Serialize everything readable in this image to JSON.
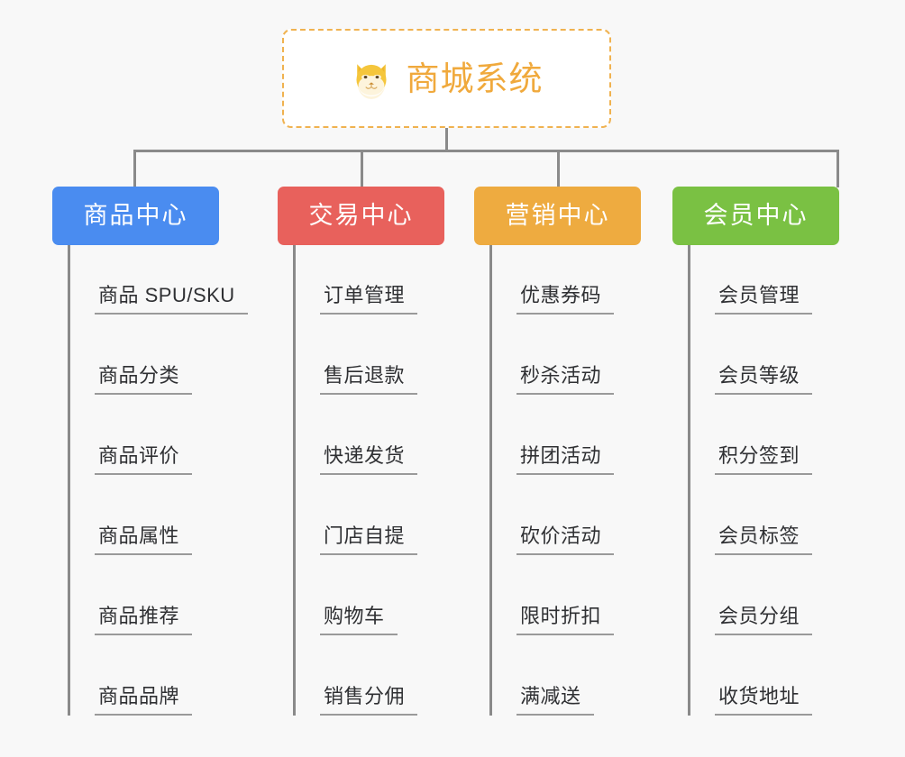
{
  "canvas": {
    "background": "#f8f8f8",
    "line_color": "#8a8a8a",
    "leaf_text_color": "#2f3033",
    "leaf_rule_color": "#9a9a9a"
  },
  "root": {
    "title": "商城系统",
    "icon": "shiba-dog-face-icon",
    "border_color": "#f0b250",
    "text_color": "#f0a93c",
    "background": "#ffffff"
  },
  "categories": [
    {
      "label": "商品中心",
      "color": "#4a8cf0",
      "items": [
        "商品 SPU/SKU",
        "商品分类",
        "商品评价",
        "商品属性",
        "商品推荐",
        "商品品牌"
      ]
    },
    {
      "label": "交易中心",
      "color": "#e8615c",
      "items": [
        "订单管理",
        "售后退款",
        "快递发货",
        "门店自提",
        "购物车",
        "销售分佣"
      ]
    },
    {
      "label": "营销中心",
      "color": "#eeab40",
      "items": [
        "优惠券码",
        "秒杀活动",
        "拼团活动",
        "砍价活动",
        "限时折扣",
        "满减送"
      ]
    },
    {
      "label": "会员中心",
      "color": "#7ac143",
      "items": [
        "会员管理",
        "会员等级",
        "积分签到",
        "会员标签",
        "会员分组",
        "收货地址"
      ]
    }
  ]
}
